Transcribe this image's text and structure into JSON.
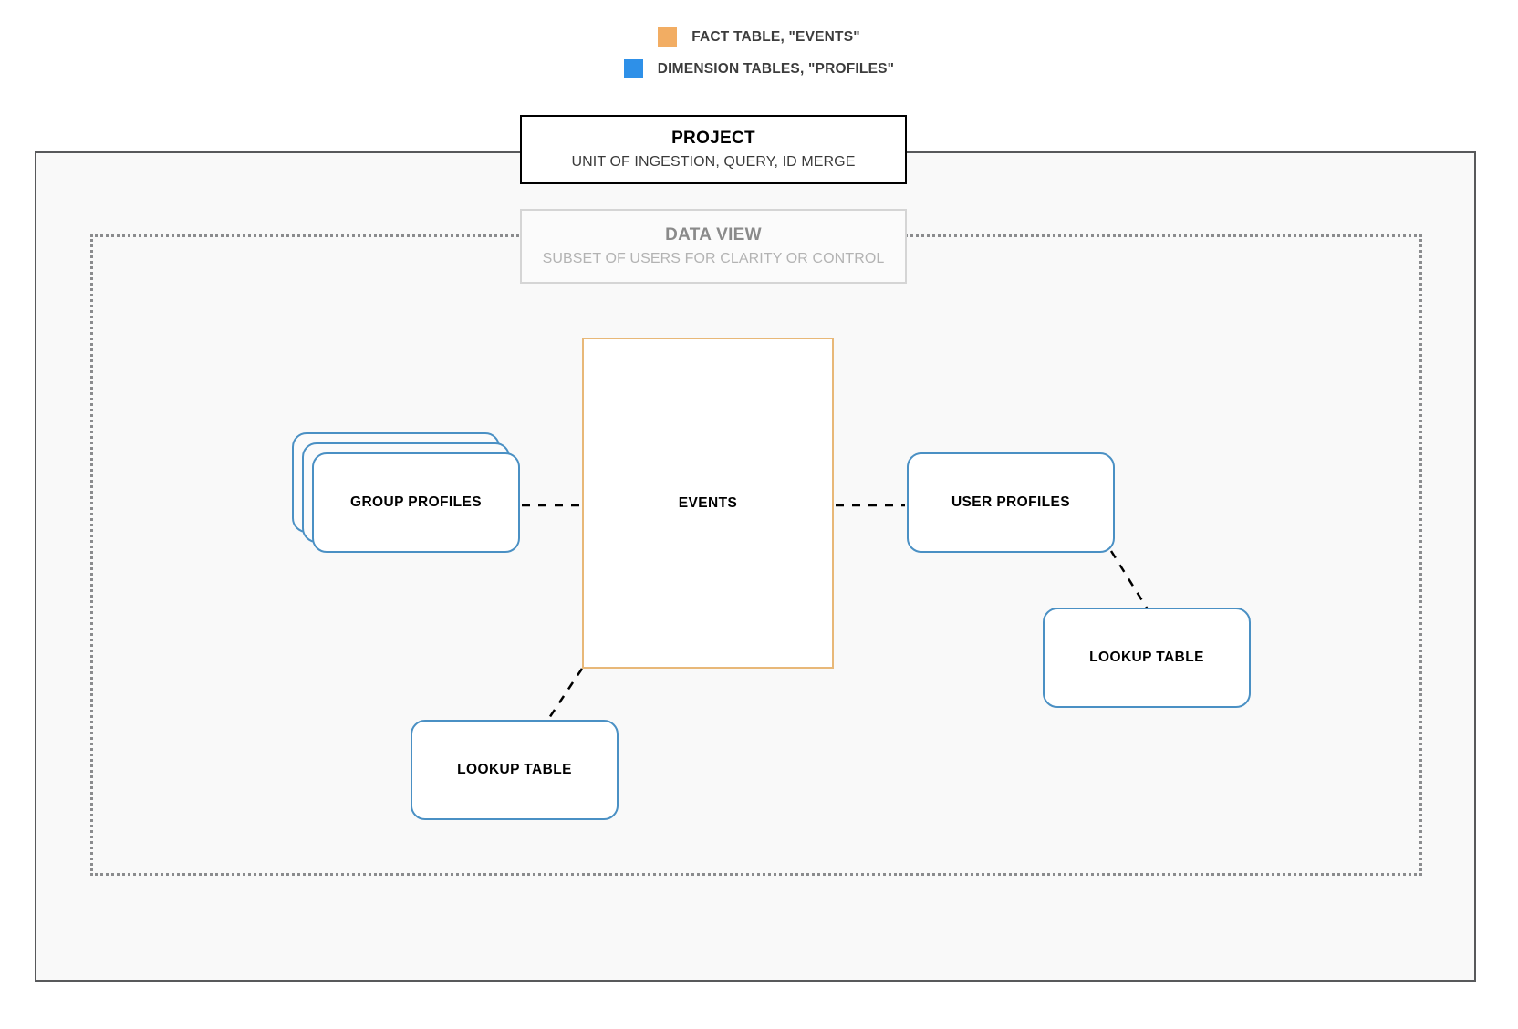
{
  "legend": {
    "items": [
      {
        "label": "FACT TABLE, \"EVENTS\"",
        "color": "#f2ad63",
        "icon": "orange-square-swatch"
      },
      {
        "label": "DIMENSION TABLES, \"PROFILES\"",
        "color": "#2e90e8",
        "icon": "blue-square-swatch"
      }
    ]
  },
  "project": {
    "title": "PROJECT",
    "subtitle": "UNIT OF INGESTION, QUERY, ID MERGE",
    "border_color": "#000000"
  },
  "data_view": {
    "title": "DATA VIEW",
    "subtitle": "SUBSET OF USERS FOR CLARITY OR CONTROL",
    "border_color": "#d5d5d5",
    "text_color": "#8a8a8a"
  },
  "nodes": {
    "events": {
      "label": "EVENTS",
      "type": "fact-table",
      "color": "#e8b878"
    },
    "group_profiles": {
      "label": "GROUP PROFILES",
      "type": "dimension-table-stack",
      "color": "#4a90c4",
      "stack_count": 3
    },
    "user_profiles": {
      "label": "USER PROFILES",
      "type": "dimension-table",
      "color": "#4a90c4"
    },
    "lookup_table_right": {
      "label": "LOOKUP TABLE",
      "type": "dimension-table",
      "color": "#4a90c4"
    },
    "lookup_table_left": {
      "label": "LOOKUP TABLE",
      "type": "dimension-table",
      "color": "#4a90c4"
    }
  },
  "connections": [
    {
      "from": "group_profiles",
      "to": "events",
      "style": "dashed"
    },
    {
      "from": "events",
      "to": "user_profiles",
      "style": "dashed"
    },
    {
      "from": "user_profiles",
      "to": "lookup_table_right",
      "style": "dashed"
    },
    {
      "from": "events",
      "to": "lookup_table_left",
      "style": "dashed"
    }
  ]
}
